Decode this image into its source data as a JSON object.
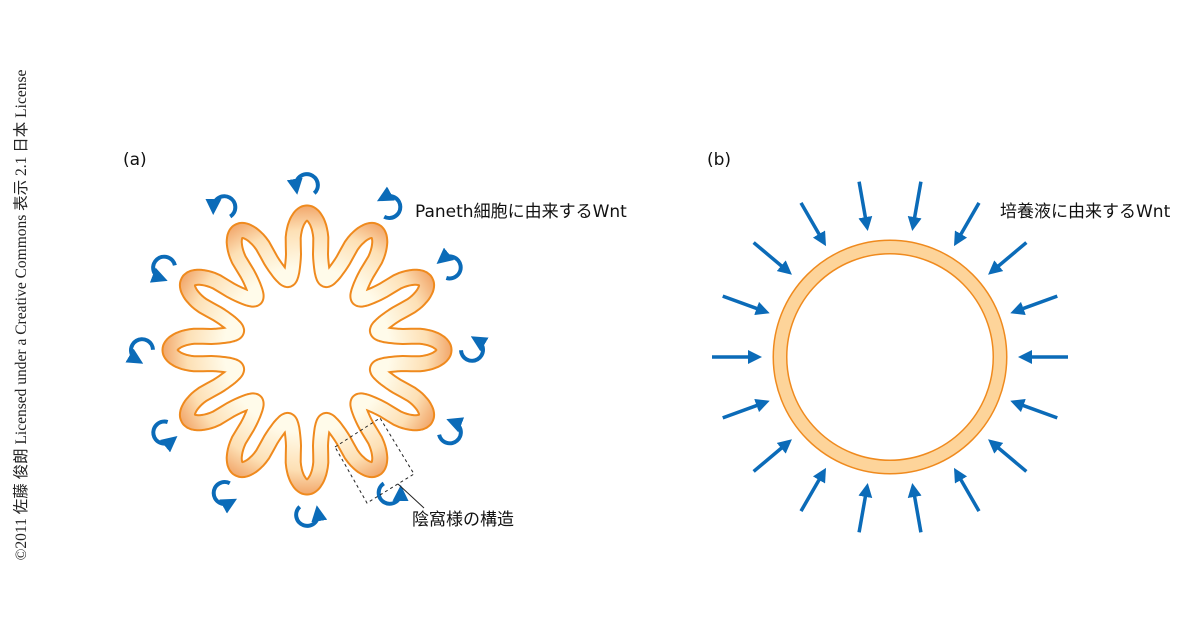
{
  "copyright": "©2011 佐藤 俊朗 Licensed under a Creative Commons 表示 2.1 日本 License",
  "panel_a": {
    "label": "(a)",
    "wnt_label": "Paneth細胞に由来するWnt",
    "crypt_label": "陰窩様の構造",
    "lobes": 12
  },
  "panel_b": {
    "label": "(b)",
    "wnt_label": "培養液に由来するWnt",
    "arrows": 18
  },
  "colors": {
    "orange": "#ef8a1e",
    "fill_light": "#fde3b8",
    "blue": "#0b6bb8"
  }
}
